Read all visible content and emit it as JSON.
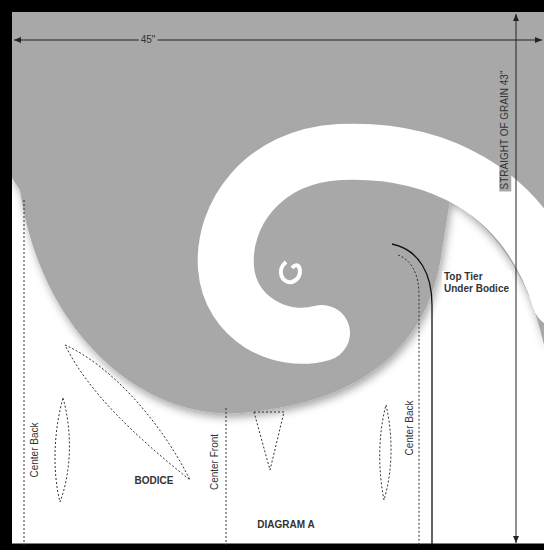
{
  "diagram": {
    "labels": [
      "45\"",
      "STRAIGHT OF GRAIN 43\"",
      "Top Tier Under Bodice",
      "Center Back",
      "BODICE",
      "Center Front",
      "DIAGRAM A",
      "Center Back"
    ]
  }
}
